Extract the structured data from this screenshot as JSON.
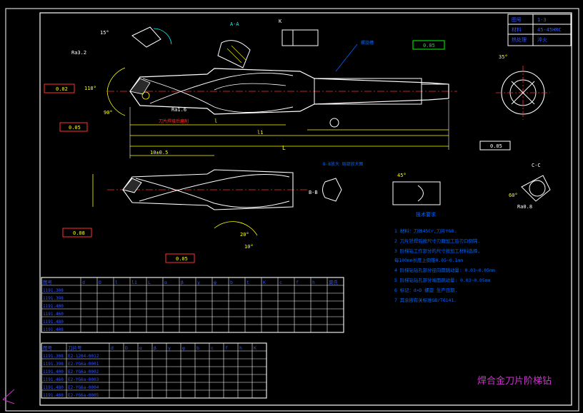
{
  "title_block": {
    "rows": [
      [
        "图号",
        "1-3"
      ],
      [
        "材料",
        "45-45HRC"
      ],
      [
        "热处理",
        "淬火"
      ]
    ],
    "drawing_title": "焊合金刀片阶梯钻"
  },
  "notes": {
    "heading": "技术要求",
    "lines": [
      "1 材料：刀体45Cr,刀片YG8.",
      "2 刀片钎焊后按尺寸刃磨加工后刃口倒钝.",
      "3 阶梯钻工作部分的尺寸按加工材料选择,",
      "  每100mm长度上倒锥0.05~0.1mm",
      "4 阶梯钻钻孔部分径向圆跳动量: 0.03~0.05mm",
      "5 阶梯钻钻孔部分端面跳动量: 0.03~0.05mm",
      "6 标记：d×D 螺旋  生产日期.",
      "7 其余按有关标准GB/T6141."
    ]
  },
  "labels": {
    "section_bb": "B-B",
    "section_aa": "A-A",
    "section_cc": "C-C",
    "view_k": "K",
    "sub_view": "B-B放大 局部放大图",
    "groove": "螺旋槽",
    "note_left": "刀片焊接后磨削",
    "tol_1": "0.02",
    "tol_2": "0.05",
    "tol_3": "0.05",
    "tol_4": "0.08",
    "tol_5": "0.05",
    "tol_6": "0.05",
    "ang_1": "118°",
    "ang_2": "15°",
    "ang_3": "20°",
    "ang_4": "10°",
    "ang_5": "35°",
    "ang_6": "45°",
    "ang_7": "90°",
    "ang_8": "60°",
    "dim_L": "L",
    "dim_l1": "l1",
    "dim_l": "l",
    "dim_10": "10±0.5",
    "ra": "Ra3.2",
    "ra2": "Ra1.6",
    "ra3": "Ra0.8"
  },
  "table1": {
    "headers": [
      "图号",
      "d",
      "D",
      "l",
      "l1",
      "L",
      "α",
      "β",
      "γ",
      "φ",
      "b",
      "t",
      "K",
      "c",
      "f",
      "h",
      "莫氏"
    ],
    "rows": [
      [
        "1191.308",
        "",
        "",
        "",
        "",
        "",
        "",
        "",
        "",
        "",
        "",
        "",
        "",
        "",
        "",
        "",
        ""
      ],
      [
        "1191.398",
        "",
        "",
        "",
        "",
        "",
        "",
        "",
        "",
        "",
        "",
        "",
        "",
        "",
        "",
        "",
        ""
      ],
      [
        "1191.400",
        "",
        "",
        "",
        "",
        "",
        "",
        "",
        "",
        "",
        "",
        "",
        "",
        "",
        "",
        "",
        ""
      ],
      [
        "1191.460",
        "",
        "",
        "",
        "",
        "",
        "",
        "",
        "",
        "",
        "",
        "",
        "",
        "",
        "",
        "",
        ""
      ],
      [
        "1191.480",
        "",
        "",
        "",
        "",
        "",
        "",
        "",
        "",
        "",
        "",
        "",
        "",
        "",
        "",
        "",
        ""
      ],
      [
        "1191.408",
        "",
        "",
        "",
        "",
        "",
        "",
        "",
        "",
        "",
        "",
        "",
        "",
        "",
        "",
        "",
        ""
      ]
    ]
  },
  "table2": {
    "headers": [
      "图号",
      "刀片号",
      "d",
      "D",
      "α",
      "β",
      "γ",
      "φ",
      "b",
      "c",
      "f",
      "h",
      "K"
    ],
    "rows": [
      [
        "1191.308",
        "E2-1204-0012",
        "",
        "",
        "",
        "",
        "",
        "",
        "",
        "",
        "",
        "",
        ""
      ],
      [
        "1191.398",
        "E2-YG6a-0001",
        "",
        "",
        "",
        "",
        "",
        "",
        "",
        "",
        "",
        "",
        ""
      ],
      [
        "1191.400",
        "E2-YG6a-0002",
        "",
        "",
        "",
        "",
        "",
        "",
        "",
        "",
        "",
        "",
        ""
      ],
      [
        "1191.460",
        "E2-YG6a-0003",
        "",
        "",
        "",
        "",
        "",
        "",
        "",
        "",
        "",
        "",
        ""
      ],
      [
        "1191.480",
        "E2-YG6a-0004",
        "",
        "",
        "",
        "",
        "",
        "",
        "",
        "",
        "",
        "",
        ""
      ],
      [
        "1191.408",
        "E2-YG6a-0005",
        "",
        "",
        "",
        "",
        "",
        "",
        "",
        "",
        "",
        "",
        ""
      ]
    ]
  }
}
